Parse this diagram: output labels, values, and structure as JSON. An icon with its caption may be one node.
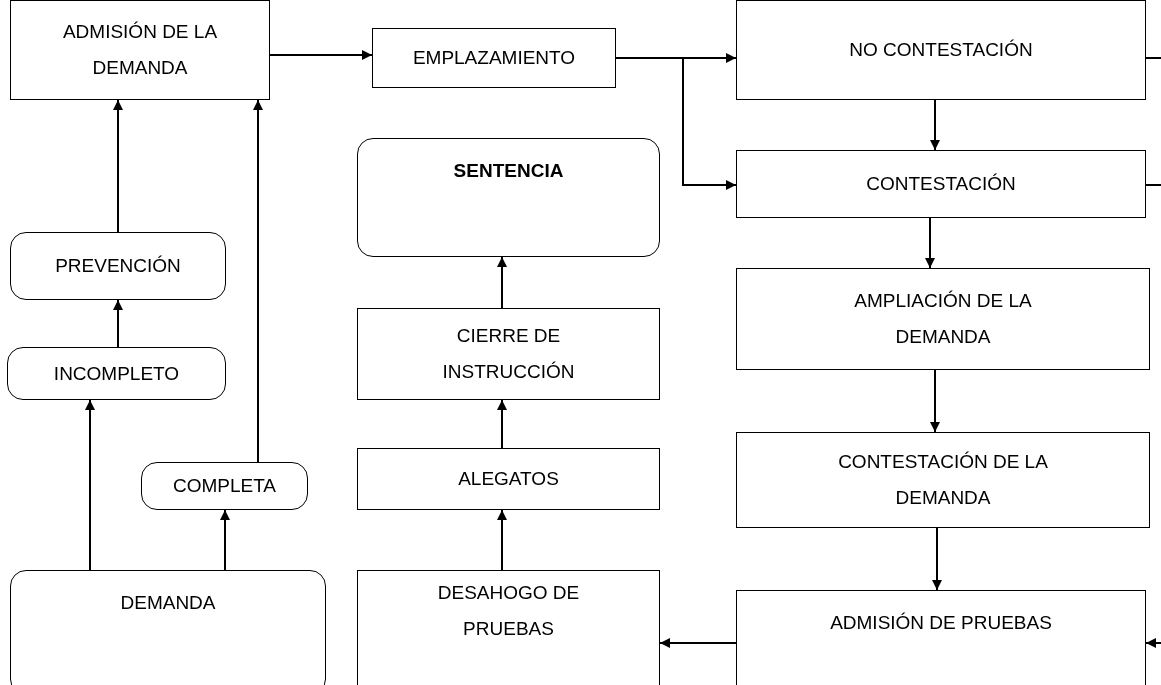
{
  "diagram": {
    "nodes": [
      {
        "text": [
          "ADMISIÓN DE LA DEMANDA"
        ]
      },
      {
        "text": [
          "EMPLAZAMIENTO"
        ]
      },
      {
        "text": [
          "NO CONTESTACIÓN"
        ]
      },
      {
        "text": [
          "CONTESTACIÓN"
        ]
      },
      {
        "text": [
          "SENTENCIA"
        ]
      },
      {
        "text": [
          "PREVENCIÓN"
        ]
      },
      {
        "text": [
          "INCOMPLETO"
        ]
      },
      {
        "text": [
          "COMPLETA"
        ]
      },
      {
        "text": [
          "DEMANDA"
        ]
      },
      {
        "text": [
          "CIERRE DE INSTRUCCIÓN"
        ]
      },
      {
        "text": [
          "ALEGATOS"
        ]
      },
      {
        "text": [
          "DESAHOGO DE PRUEBAS"
        ]
      },
      {
        "text": [
          "AMPLIACIÓN DE LA DEMANDA"
        ]
      },
      {
        "text": [
          "CONTESTACIÓN DE LA DEMANDA"
        ]
      },
      {
        "text": [
          "ADMISIÓN DE PRUEBAS"
        ]
      }
    ],
    "edges": [
      {
        "from": 0,
        "to": 1,
        "arrow": "to"
      },
      {
        "from": 1,
        "to": 2,
        "arrow": "to"
      },
      {
        "from": 1,
        "to": 3,
        "arrow": "to"
      },
      {
        "from": 2,
        "to": 3,
        "arrow": "to"
      },
      {
        "from": 2,
        "to": null,
        "arrow": "none"
      },
      {
        "from": 3,
        "to": null,
        "arrow": "none"
      },
      {
        "from": 3,
        "to": 12,
        "arrow": "to"
      },
      {
        "from": 12,
        "to": 13,
        "arrow": "to"
      },
      {
        "from": 13,
        "to": 14,
        "arrow": "to"
      },
      {
        "from": null,
        "to": 14,
        "arrow": "to"
      },
      {
        "from": 14,
        "to": 11,
        "arrow": "to"
      },
      {
        "from": 11,
        "to": 10,
        "arrow": "to"
      },
      {
        "from": 10,
        "to": 9,
        "arrow": "to"
      },
      {
        "from": 9,
        "to": 4,
        "arrow": "to"
      },
      {
        "from": 8,
        "to": 6,
        "arrow": "to"
      },
      {
        "from": 8,
        "to": 7,
        "arrow": "to"
      },
      {
        "from": 6,
        "to": 5,
        "arrow": "to"
      },
      {
        "from": 5,
        "to": 0,
        "arrow": "to"
      },
      {
        "from": 7,
        "to": 0,
        "arrow": "to"
      }
    ]
  }
}
